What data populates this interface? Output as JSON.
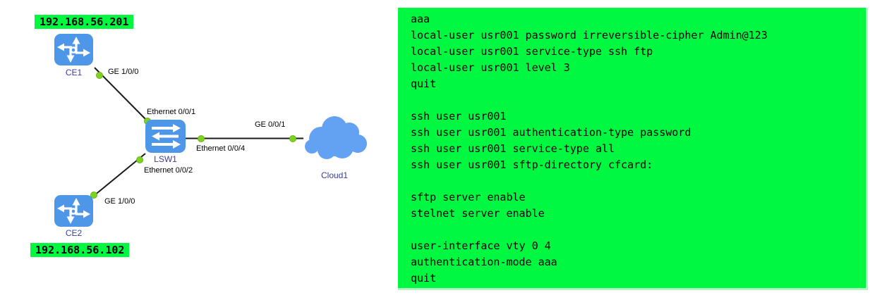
{
  "diagram": {
    "nodes": {
      "ce1": {
        "name": "CE1",
        "ip": "192.168.56.201"
      },
      "ce2": {
        "name": "CE2",
        "ip": "192.168.56.102"
      },
      "lsw1": {
        "name": "LSW1"
      },
      "cloud1": {
        "name": "Cloud1"
      }
    },
    "ports": {
      "ce1_ge": "GE 1/0/0",
      "ce2_ge": "GE 1/0/0",
      "lsw1_eth1": "Ethernet 0/0/1",
      "lsw1_eth2": "Ethernet 0/0/2",
      "lsw1_eth4": "Ethernet 0/0/4",
      "cloud_ge": "GE 0/0/1"
    },
    "colors": {
      "device_blue": "#4d96e8",
      "cloud_blue": "#63a2f2",
      "link_endpoint_green": "#7ed321",
      "device_label_navy": "#3c3c9b",
      "highlight_green": "#00f940"
    }
  },
  "config_panel": {
    "lines": [
      "aaa",
      "local-user usr001 password irreversible-cipher Admin@123",
      "local-user usr001 service-type ssh ftp",
      "local-user usr001 level 3",
      "quit",
      "",
      "ssh user usr001",
      "ssh user usr001 authentication-type password",
      "ssh user usr001 service-type all",
      "ssh user usr001 sftp-directory cfcard:",
      "",
      "sftp server enable",
      "stelnet server enable",
      "",
      "user-interface vty 0 4",
      "authentication-mode aaa",
      "quit"
    ]
  }
}
